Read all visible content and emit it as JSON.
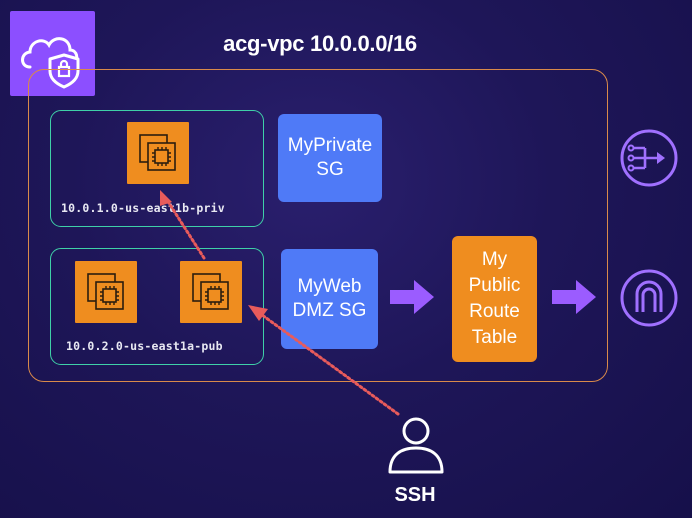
{
  "vpc": {
    "title": "acg-vpc 10.0.0.0/16"
  },
  "subnets": [
    {
      "label": "10.0.1.0-us-east1b-priv"
    },
    {
      "label": "10.0.2.0-us-east1a-pub"
    }
  ],
  "security_groups": {
    "private": "MyPrivate\nSG",
    "web": "MyWeb\nDMZ SG"
  },
  "route_table": {
    "label": "My\nPublic\nRoute\nTable"
  },
  "user": {
    "label": "SSH"
  },
  "colors": {
    "background": "#1e1658",
    "vpc_border": "#d98a4a",
    "subnet_border": "#3fd0a8",
    "ec2": "#ef8d1f",
    "security_group": "#4f7af7",
    "route_table": "#ef8d1f",
    "arrow": "#9b5cff",
    "ssh_path": "#e85b5b",
    "gateway_icon": "#a070ff"
  },
  "icons": [
    "vpc-cloud-shield-icon",
    "ec2-instance-icon",
    "nat-gateway-icon",
    "internet-gateway-icon",
    "user-icon"
  ]
}
